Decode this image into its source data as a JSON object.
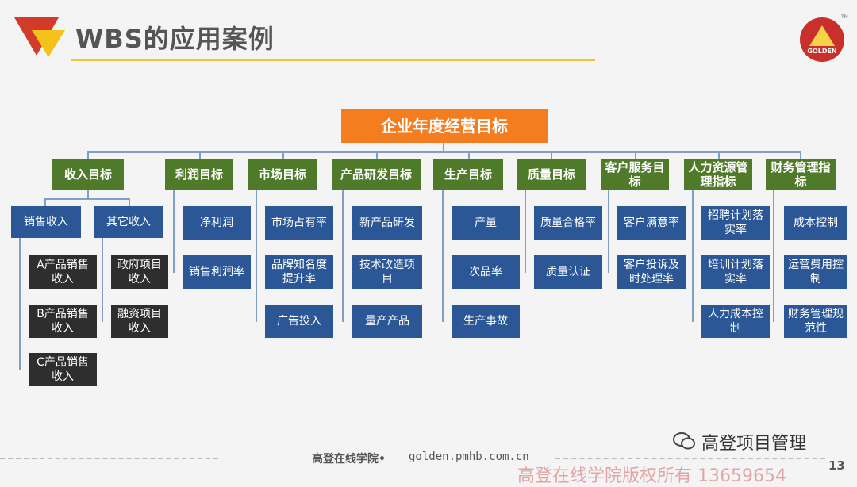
{
  "header": {
    "title": "WBS的应用案例"
  },
  "logo": {
    "text": "GOLDEN",
    "tm": "TM"
  },
  "root": "企业年度经营目标",
  "categories": [
    "收入目标",
    "利润目标",
    "市场目标",
    "产品研发目标",
    "生产目标",
    "质量目标",
    "客户服务目标",
    "人力资源管理指标",
    "财务管理指标"
  ],
  "revenue": {
    "sub1": "销售收入",
    "sub2": "其它收入",
    "sales_items": [
      "A产品销售收入",
      "B产品销售收入",
      "C产品销售收入"
    ],
    "other_items": [
      "政府项目收入",
      "融资项目收入"
    ]
  },
  "profit": [
    "净利润",
    "销售利润率"
  ],
  "market": [
    "市场占有率",
    "品牌知名度提升率",
    "广告投入"
  ],
  "rd": [
    "新产品研发",
    "技术改造项目",
    "量产产品"
  ],
  "production": [
    "产量",
    "次品率",
    "生产事故"
  ],
  "quality": [
    "质量合格率",
    "质量认证"
  ],
  "customer": [
    "客户满意率",
    "客户投诉及时处理率"
  ],
  "hr": [
    "招聘计划落实率",
    "培训计划落实率",
    "人力成本控制"
  ],
  "finance": [
    "成本控制",
    "运营费用控制",
    "财务管理规范性"
  ],
  "footer": {
    "org": "高登在线学院",
    "url": "golden.pmhb.com.cn",
    "page": "13"
  },
  "watermark": {
    "account": "高登项目管理",
    "copyright": "高登在线学院版权所有 13659654"
  }
}
